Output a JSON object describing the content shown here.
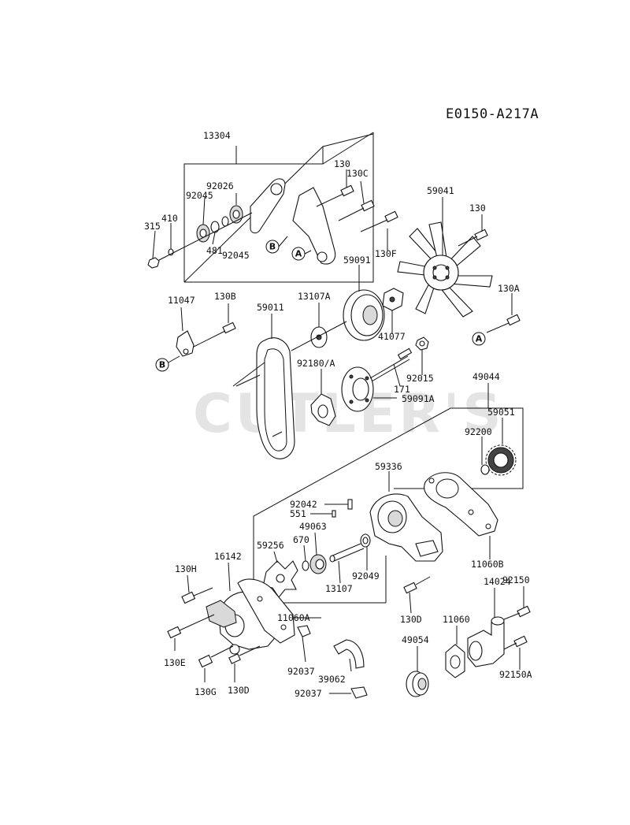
{
  "diagram_code": "E0150-A217A",
  "watermark": "CUTLER'S",
  "labels": {
    "l13304": "13304",
    "l130": "130",
    "l130C": "130C",
    "l92026": "92026",
    "l92045a": "92045",
    "l410": "410",
    "l315": "315",
    "l481": "481",
    "l92045b": "92045",
    "l130F": "130F",
    "l59041": "59041",
    "l130_fan": "130",
    "l59091": "59091",
    "l11047": "11047",
    "l130B": "130B",
    "l59011": "59011",
    "l13107A": "13107A",
    "l130A": "130A",
    "l41077": "41077",
    "l92180A": "92180/A",
    "l92015": "92015",
    "l171": "171",
    "l59091A": "59091A",
    "l49044": "49044",
    "l59051": "59051",
    "l92200": "92200",
    "l59336": "59336",
    "l92042": "92042",
    "l551": "551",
    "l49063": "49063",
    "l670": "670",
    "l59256": "59256",
    "l16142": "16142",
    "l130H": "130H",
    "l13107": "13107",
    "l92049": "92049",
    "l11060B": "11060B",
    "l92150": "92150",
    "l11060A": "11060A",
    "l130D_a": "130D",
    "l14024": "14024",
    "l49054": "49054",
    "l11060": "11060",
    "l130E": "130E",
    "l92037a": "92037",
    "l39062": "39062",
    "l92150A": "92150A",
    "l130G": "130G",
    "l130D_b": "130D",
    "l92037b": "92037"
  },
  "callouts": {
    "A": "A",
    "B": "B"
  }
}
